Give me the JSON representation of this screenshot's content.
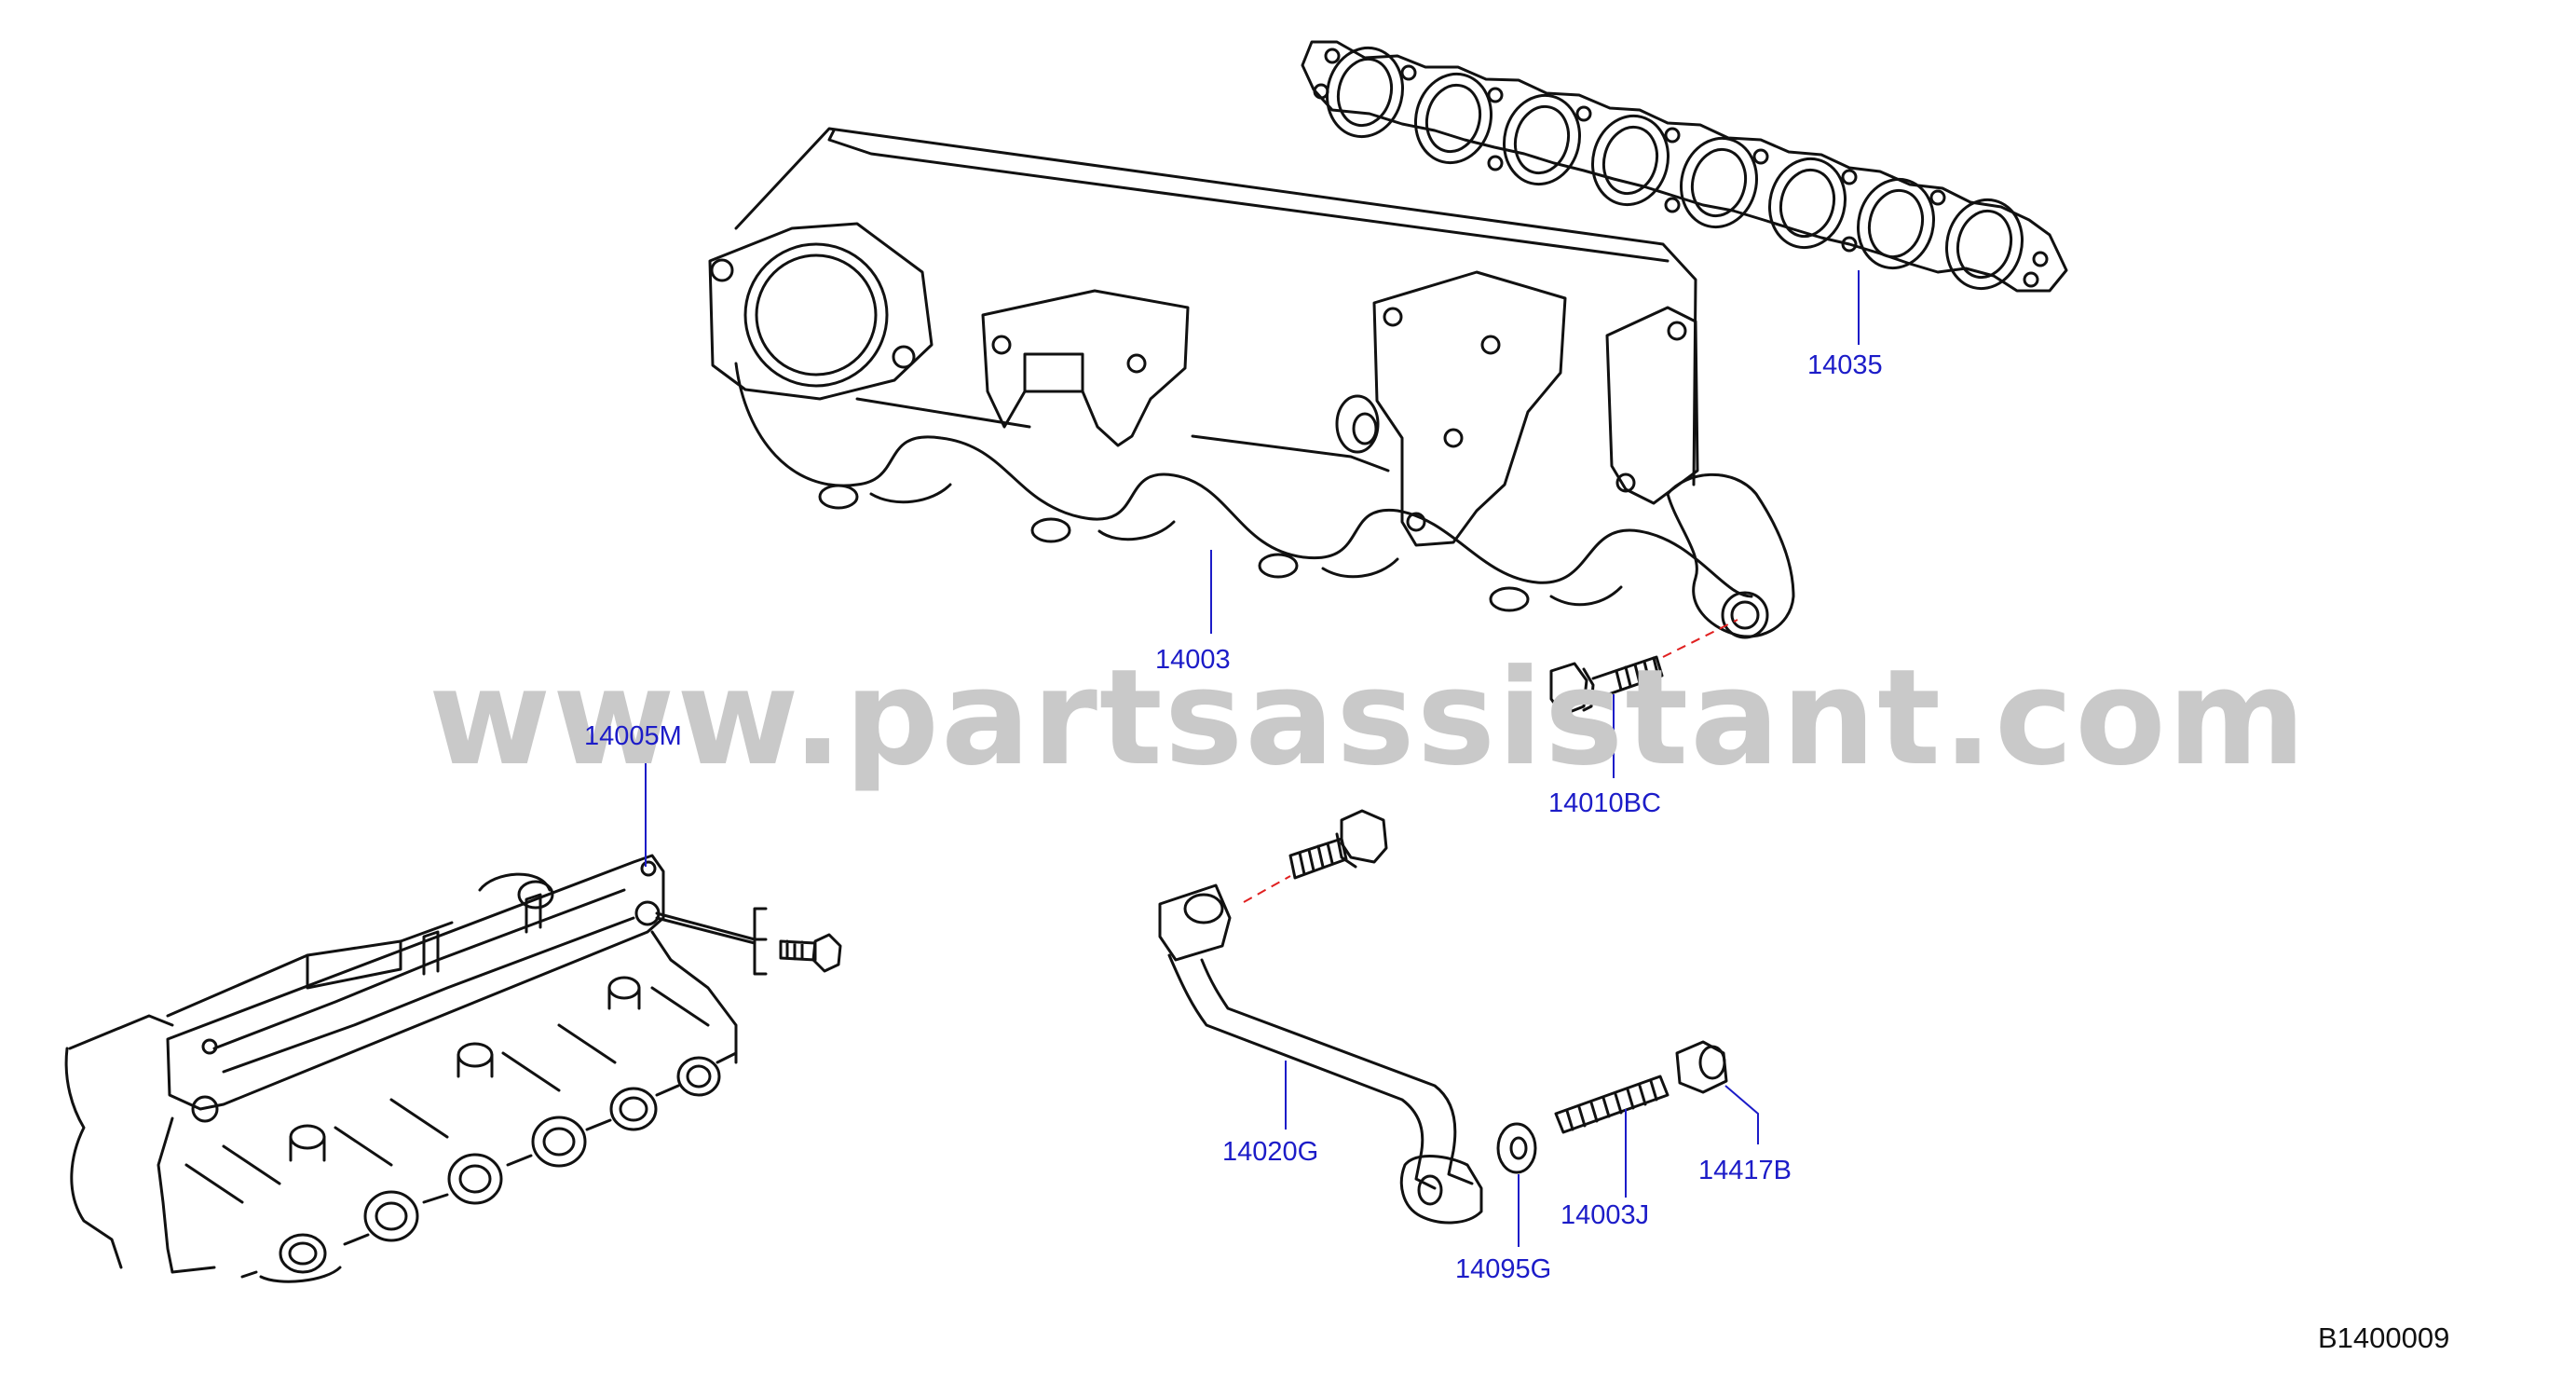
{
  "watermark": {
    "text": "www.partsassistant.com",
    "color": "#c9c9c9"
  },
  "diagram_id": "B1400009",
  "colors": {
    "line": "#111111",
    "label": "#1c1cc8",
    "leader": "#1c1cc8",
    "centerline": "#e02020"
  },
  "parts": [
    {
      "id": "14035",
      "label": "14035",
      "name": "exhaust manifold gasket"
    },
    {
      "id": "14003",
      "label": "14003",
      "name": "exhaust manifold"
    },
    {
      "id": "14010BC",
      "label": "14010BC",
      "name": "manifold flange bolt"
    },
    {
      "id": "14005M",
      "label": "14005M",
      "name": "heat insulator bracket"
    },
    {
      "id": "14020G",
      "label": "14020G",
      "name": "support stay"
    },
    {
      "id": "14095G",
      "label": "14095G",
      "name": "washer"
    },
    {
      "id": "14003J",
      "label": "14003J",
      "name": "stud"
    },
    {
      "id": "14417B",
      "label": "14417B",
      "name": "nut"
    }
  ]
}
